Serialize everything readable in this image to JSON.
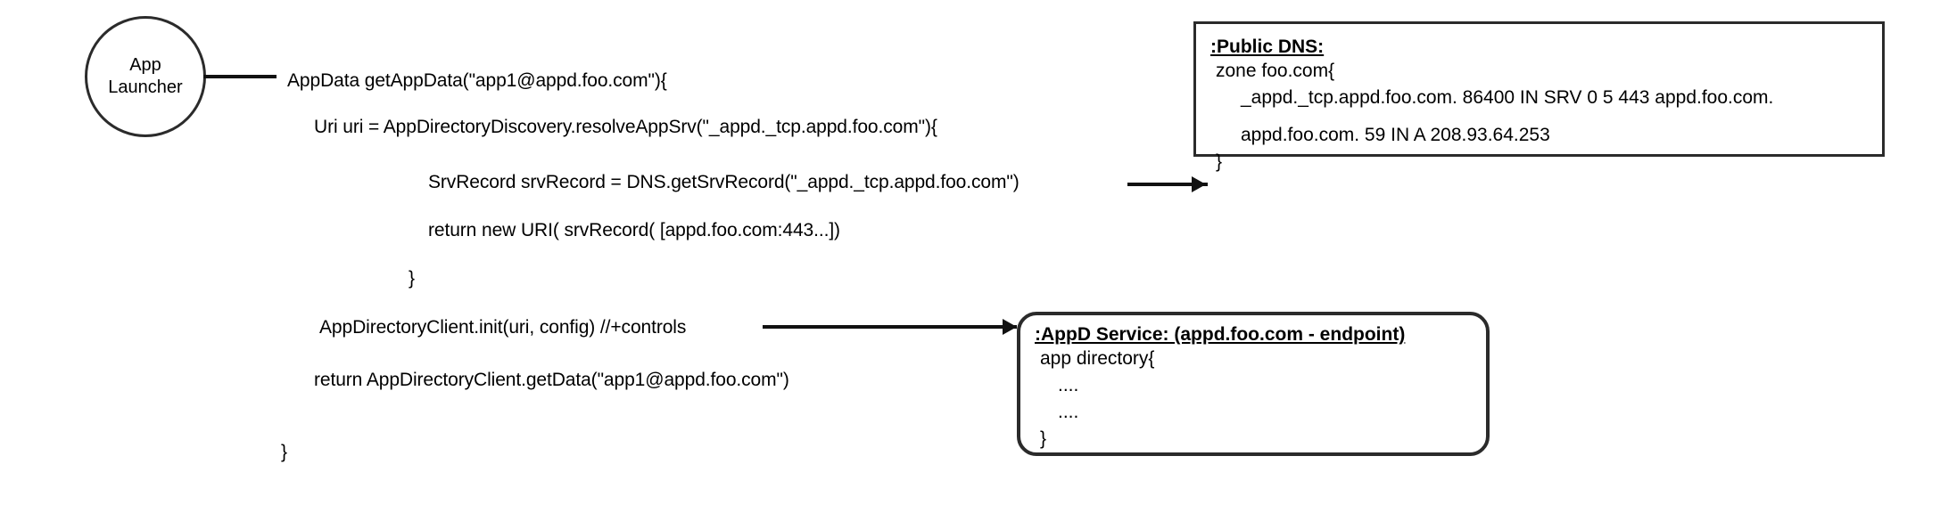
{
  "diagram": {
    "title_hidden": "",
    "actor": {
      "name": "app-launcher",
      "line1": "App",
      "line2": "Launcher"
    },
    "code_lines": [
      {
        "id": "line-1",
        "text": "AppData getAppData(\"app1@appd.foo.com\"){",
        "indent": 0
      },
      {
        "id": "line-2",
        "text": "Uri uri = AppDirectoryDiscovery.resolveAppSrv(\"_appd._tcp.appd.foo.com\"){",
        "indent": 1
      },
      {
        "id": "line-3",
        "text": "SrvRecord srvRecord =  DNS.getSrvRecord(\"_appd._tcp.appd.foo.com\")",
        "indent": 2
      },
      {
        "id": "line-4",
        "text": "return new URI( srvRecord( [appd.foo.com:443...])",
        "indent": 2
      },
      {
        "id": "line-5",
        "text": "}",
        "indent": 1
      },
      {
        "id": "line-6",
        "text": "AppDirectoryClient.init(uri, config) //+controls",
        "indent": 1
      },
      {
        "id": "line-7",
        "text": "return  AppDirectoryClient.getData(\"app1@appd.foo.com\")",
        "indent": 1
      },
      {
        "id": "line-8",
        "text": "}",
        "indent": 0
      }
    ],
    "dns_box": {
      "title": ":Public DNS:",
      "lines": [
        "zone foo.com{",
        "_appd._tcp.appd.foo.com. 86400 IN SRV 0 5 443 appd.foo.com.",
        "appd.foo.com. 59 IN A 208.93.64.253",
        "}"
      ]
    },
    "appd_box": {
      "title": ":AppD Service: (appd.foo.com - endpoint)",
      "lines": [
        "app directory{",
        "....",
        "....",
        "}"
      ]
    },
    "colors": {
      "stroke": "#2b2b2b",
      "connector": "#111111",
      "text": "#000000",
      "background": "#ffffff"
    }
  }
}
